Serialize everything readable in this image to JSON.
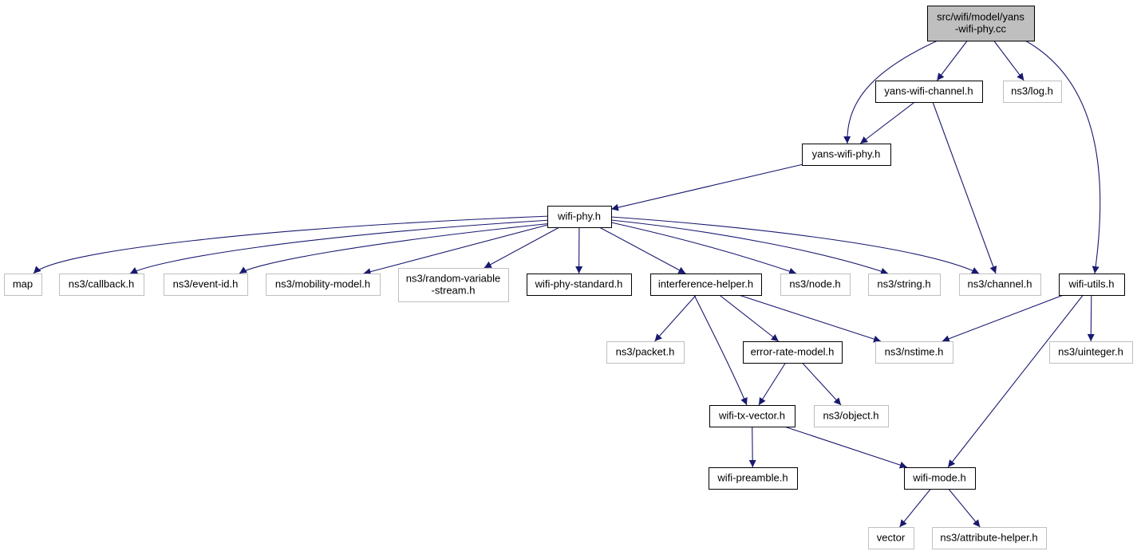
{
  "colors": {
    "edge": "#191970",
    "root_fill": "#bfbfbf",
    "documented_border": "#000000",
    "undocumented_border": "#bfbfbf",
    "text": "#000000"
  },
  "nodes": [
    {
      "id": "yans_wifi_phy_cc",
      "lines": [
        "src/wifi/model/yans",
        "-wifi-phy.cc"
      ],
      "style": "root"
    },
    {
      "id": "yans_wifi_channel_h",
      "lines": [
        "yans-wifi-channel.h"
      ],
      "style": "documented"
    },
    {
      "id": "ns3_log_h",
      "lines": [
        "ns3/log.h"
      ],
      "style": "undocumented"
    },
    {
      "id": "yans_wifi_phy_h",
      "lines": [
        "yans-wifi-phy.h"
      ],
      "style": "documented"
    },
    {
      "id": "wifi_phy_h",
      "lines": [
        "wifi-phy.h"
      ],
      "style": "documented"
    },
    {
      "id": "map",
      "lines": [
        "map"
      ],
      "style": "undocumented"
    },
    {
      "id": "ns3_callback_h",
      "lines": [
        "ns3/callback.h"
      ],
      "style": "undocumented"
    },
    {
      "id": "ns3_event_id_h",
      "lines": [
        "ns3/event-id.h"
      ],
      "style": "undocumented"
    },
    {
      "id": "ns3_mobility_model_h",
      "lines": [
        "ns3/mobility-model.h"
      ],
      "style": "undocumented"
    },
    {
      "id": "ns3_random_variable_stream_h",
      "lines": [
        "ns3/random-variable",
        "-stream.h"
      ],
      "style": "undocumented"
    },
    {
      "id": "wifi_phy_standard_h",
      "lines": [
        "wifi-phy-standard.h"
      ],
      "style": "documented"
    },
    {
      "id": "interference_helper_h",
      "lines": [
        "interference-helper.h"
      ],
      "style": "documented"
    },
    {
      "id": "ns3_node_h",
      "lines": [
        "ns3/node.h"
      ],
      "style": "undocumented"
    },
    {
      "id": "ns3_string_h",
      "lines": [
        "ns3/string.h"
      ],
      "style": "undocumented"
    },
    {
      "id": "ns3_channel_h",
      "lines": [
        "ns3/channel.h"
      ],
      "style": "undocumented"
    },
    {
      "id": "wifi_utils_h",
      "lines": [
        "wifi-utils.h"
      ],
      "style": "documented"
    },
    {
      "id": "ns3_packet_h",
      "lines": [
        "ns3/packet.h"
      ],
      "style": "undocumented"
    },
    {
      "id": "error_rate_model_h",
      "lines": [
        "error-rate-model.h"
      ],
      "style": "documented"
    },
    {
      "id": "ns3_nstime_h",
      "lines": [
        "ns3/nstime.h"
      ],
      "style": "undocumented"
    },
    {
      "id": "ns3_uinteger_h",
      "lines": [
        "ns3/uinteger.h"
      ],
      "style": "undocumented"
    },
    {
      "id": "wifi_tx_vector_h",
      "lines": [
        "wifi-tx-vector.h"
      ],
      "style": "documented"
    },
    {
      "id": "ns3_object_h",
      "lines": [
        "ns3/object.h"
      ],
      "style": "undocumented"
    },
    {
      "id": "wifi_preamble_h",
      "lines": [
        "wifi-preamble.h"
      ],
      "style": "documented"
    },
    {
      "id": "wifi_mode_h",
      "lines": [
        "wifi-mode.h"
      ],
      "style": "documented"
    },
    {
      "id": "vector",
      "lines": [
        "vector"
      ],
      "style": "undocumented"
    },
    {
      "id": "ns3_attribute_helper_h",
      "lines": [
        "ns3/attribute-helper.h"
      ],
      "style": "undocumented"
    }
  ],
  "edges": [
    {
      "from": "yans_wifi_phy_cc",
      "to": "yans_wifi_channel_h"
    },
    {
      "from": "yans_wifi_phy_cc",
      "to": "ns3_log_h"
    },
    {
      "from": "yans_wifi_phy_cc",
      "to": "yans_wifi_phy_h"
    },
    {
      "from": "yans_wifi_phy_cc",
      "to": "wifi_utils_h"
    },
    {
      "from": "yans_wifi_channel_h",
      "to": "yans_wifi_phy_h"
    },
    {
      "from": "yans_wifi_channel_h",
      "to": "ns3_channel_h"
    },
    {
      "from": "yans_wifi_phy_h",
      "to": "wifi_phy_h"
    },
    {
      "from": "wifi_phy_h",
      "to": "map"
    },
    {
      "from": "wifi_phy_h",
      "to": "ns3_callback_h"
    },
    {
      "from": "wifi_phy_h",
      "to": "ns3_event_id_h"
    },
    {
      "from": "wifi_phy_h",
      "to": "ns3_mobility_model_h"
    },
    {
      "from": "wifi_phy_h",
      "to": "ns3_random_variable_stream_h"
    },
    {
      "from": "wifi_phy_h",
      "to": "wifi_phy_standard_h"
    },
    {
      "from": "wifi_phy_h",
      "to": "interference_helper_h"
    },
    {
      "from": "wifi_phy_h",
      "to": "ns3_node_h"
    },
    {
      "from": "wifi_phy_h",
      "to": "ns3_string_h"
    },
    {
      "from": "wifi_phy_h",
      "to": "ns3_channel_h"
    },
    {
      "from": "interference_helper_h",
      "to": "ns3_packet_h"
    },
    {
      "from": "interference_helper_h",
      "to": "error_rate_model_h"
    },
    {
      "from": "interference_helper_h",
      "to": "ns3_nstime_h"
    },
    {
      "from": "interference_helper_h",
      "to": "wifi_tx_vector_h"
    },
    {
      "from": "error_rate_model_h",
      "to": "wifi_tx_vector_h"
    },
    {
      "from": "error_rate_model_h",
      "to": "ns3_object_h"
    },
    {
      "from": "wifi_tx_vector_h",
      "to": "wifi_preamble_h"
    },
    {
      "from": "wifi_tx_vector_h",
      "to": "wifi_mode_h"
    },
    {
      "from": "wifi_utils_h",
      "to": "ns3_nstime_h"
    },
    {
      "from": "wifi_utils_h",
      "to": "ns3_uinteger_h"
    },
    {
      "from": "wifi_utils_h",
      "to": "wifi_mode_h"
    },
    {
      "from": "wifi_mode_h",
      "to": "vector"
    },
    {
      "from": "wifi_mode_h",
      "to": "ns3_attribute_helper_h"
    }
  ]
}
